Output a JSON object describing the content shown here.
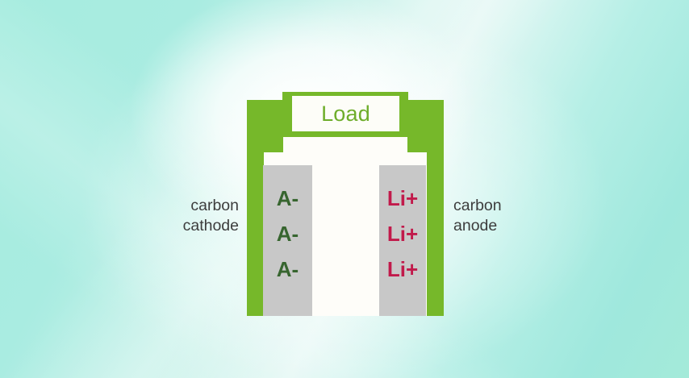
{
  "scene": {
    "title": "lithium-ion battery discharge diagram",
    "background_colors": {
      "mint": "#a6ecdf",
      "pale_mint": "#c9f2ea",
      "center_glow": "#ffffff"
    }
  },
  "battery": {
    "frame_color": "#76b82a",
    "interior_color": "#fefdf9",
    "electrode_color": "#c8c8c8",
    "load": {
      "label": "Load",
      "text_color": "#6ead2b",
      "box_color": "#fdfdf8"
    },
    "cathode": {
      "caption": "carbon\ncathode",
      "ion_color": "#37652f",
      "ions": [
        "A-",
        "A-",
        "A-"
      ]
    },
    "anode": {
      "caption": "carbon\nanode",
      "ion_color": "#c11a4b",
      "ions": [
        "Li+",
        "Li+",
        "Li+"
      ]
    }
  }
}
